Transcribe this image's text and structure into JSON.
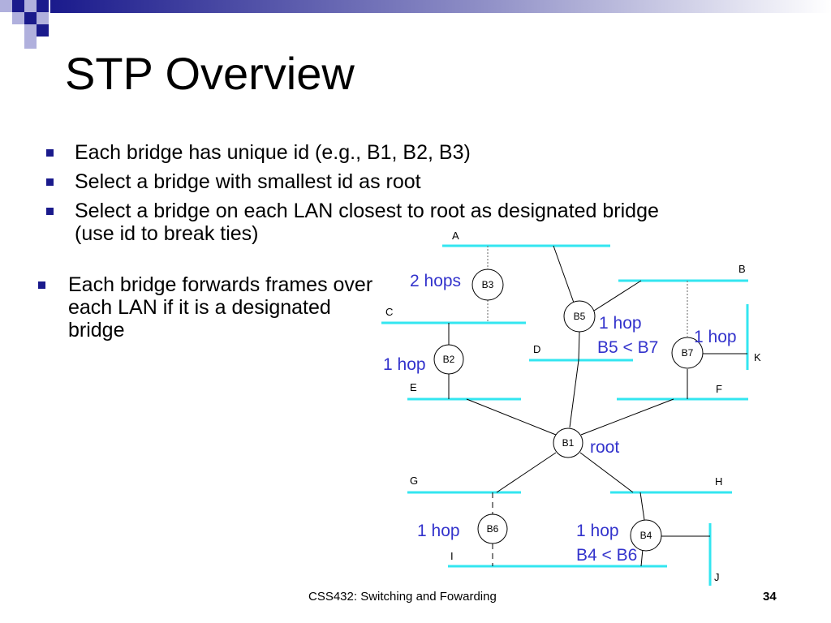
{
  "slide": {
    "title": "STP Overview",
    "bullets_top": [
      "Each bridge has unique id (e.g., B1, B2, B3)",
      "Select a bridge with smallest id as root",
      "Select a bridge on each LAN closest to root as designated bridge (use id to break ties)"
    ],
    "bullets_left": [
      "Each bridge forwards frames over each LAN if it is a designated bridge"
    ]
  },
  "diagram": {
    "lans": [
      "A",
      "B",
      "C",
      "D",
      "E",
      "F",
      "G",
      "H",
      "I",
      "J",
      "K"
    ],
    "bridges": [
      "B1",
      "B2",
      "B3",
      "B4",
      "B5",
      "B6",
      "B7"
    ],
    "annotations": [
      "2 hops",
      "1 hop",
      "1 hop",
      "1 hop",
      "root",
      "1 hop",
      "1 hop",
      "B5 < B7",
      "B4 < B6"
    ]
  },
  "footer": {
    "text": "CSS432: Switching and Fowarding",
    "page": "34"
  },
  "colors": {
    "lan": "#33e6f0",
    "annotation": "#3333cc",
    "bullet": "#1a1a8c",
    "header_dark": "#1a1a8c"
  }
}
